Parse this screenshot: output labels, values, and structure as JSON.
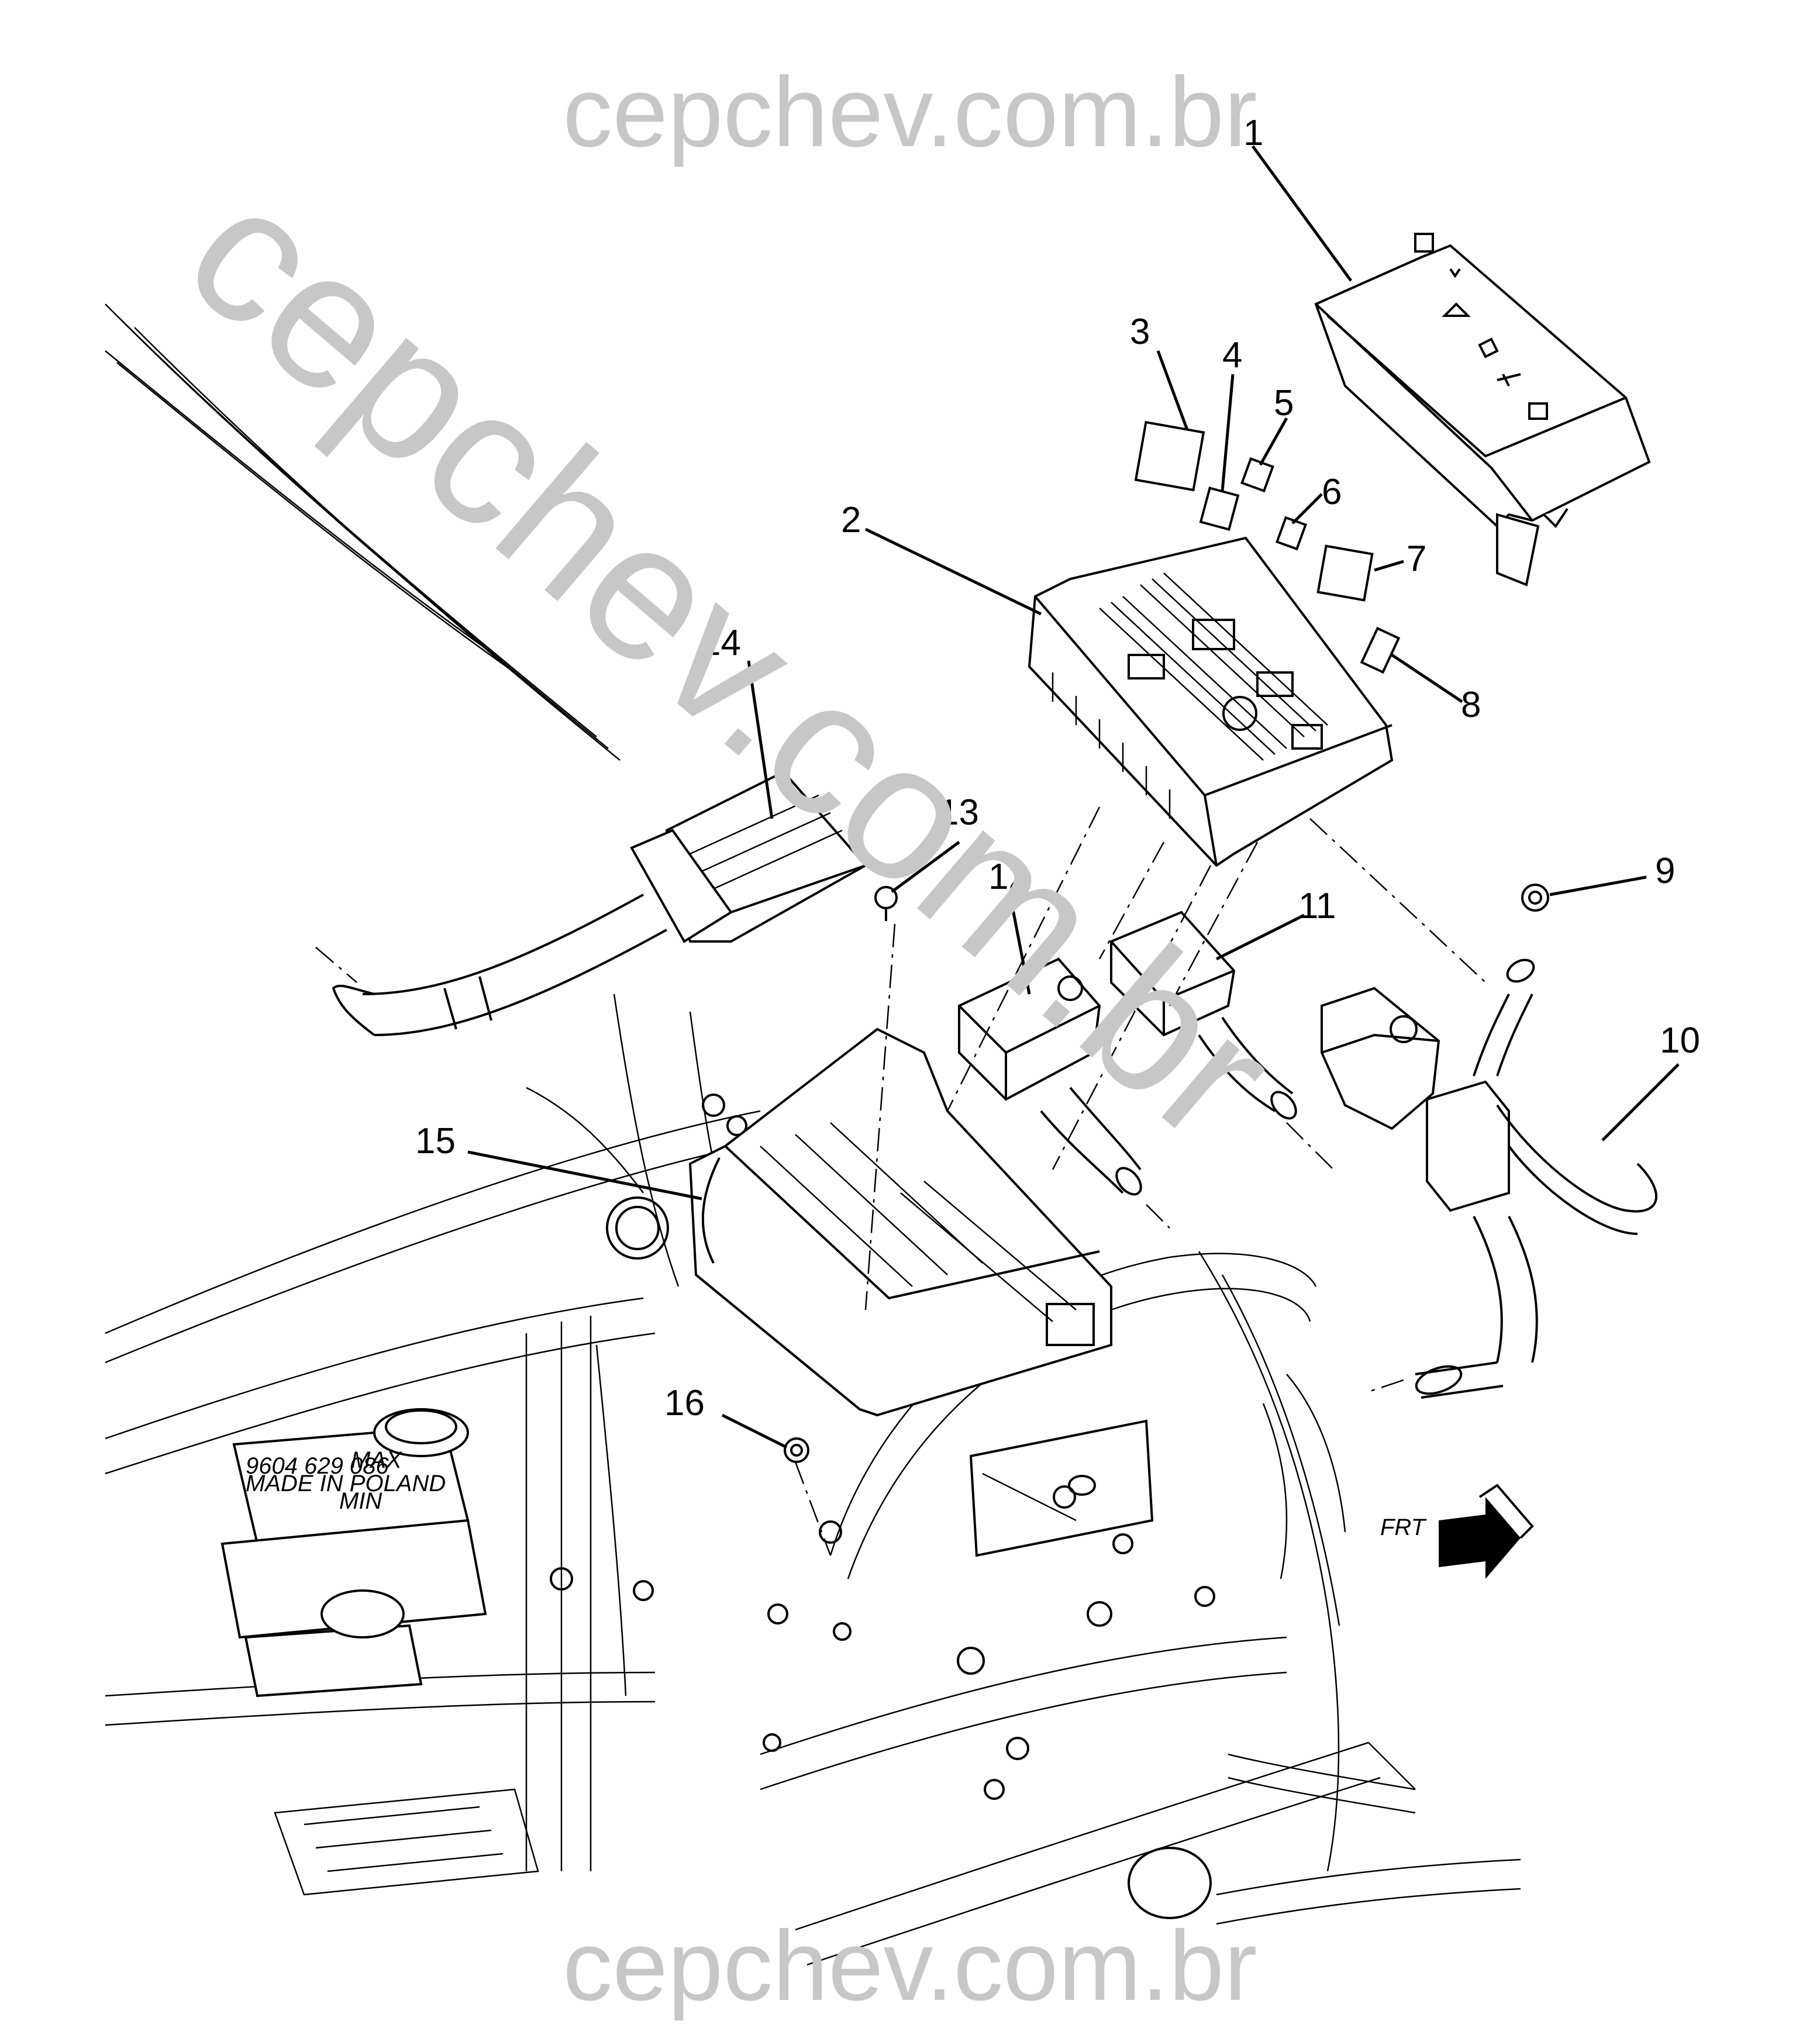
{
  "watermark": {
    "top": "cepchev.com.br",
    "bottom": "cepchev.com.br",
    "diagonal": "cepchev.com.br"
  },
  "callouts": [
    "1",
    "2",
    "3",
    "4",
    "5",
    "6",
    "7",
    "8",
    "9",
    "10",
    "11",
    "12",
    "13",
    "14",
    "15",
    "16"
  ],
  "reservoir_label": {
    "line1": "MAX",
    "line2": "MIN",
    "made": "MADE IN POLAND"
  },
  "direction_arrow": "FRT",
  "colors": {
    "line": "#000000",
    "watermark": "#c7c7c7",
    "background": "#ffffff"
  }
}
